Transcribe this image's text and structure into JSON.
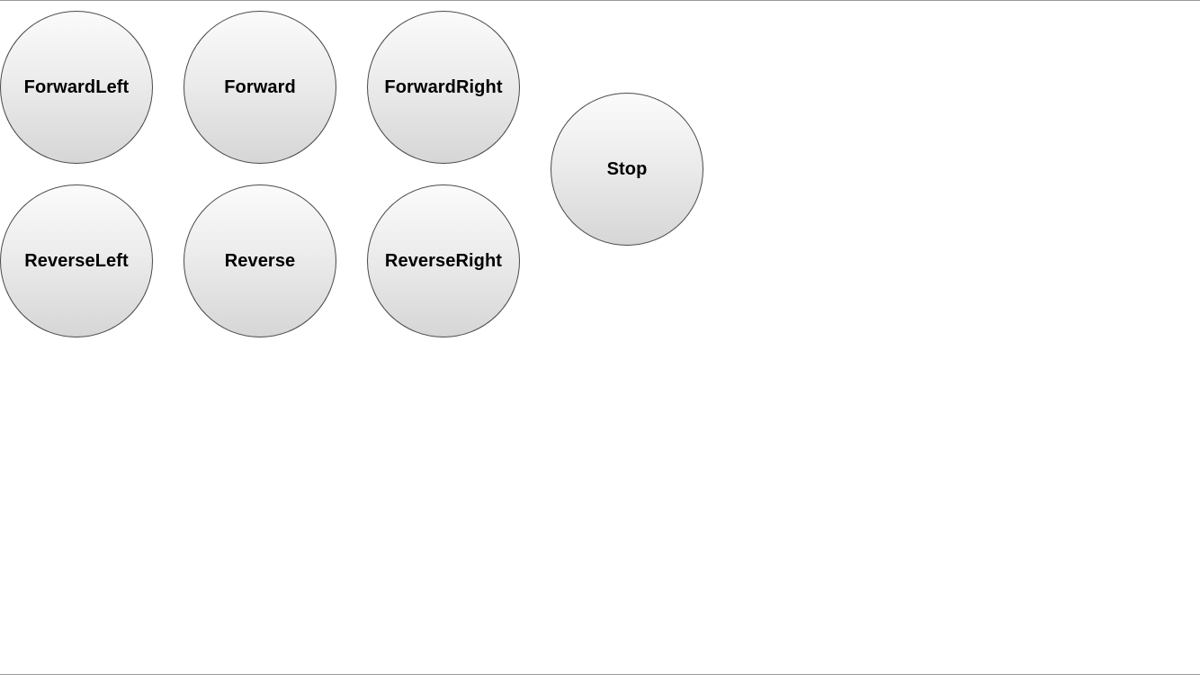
{
  "controls": {
    "forward_left": "ForwardLeft",
    "forward": "Forward",
    "forward_right": "ForwardRight",
    "stop": "Stop",
    "reverse_left": "ReverseLeft",
    "reverse": "Reverse",
    "reverse_right": "ReverseRight"
  },
  "colors": {
    "button_gradient_top": "#fbfbfb",
    "button_gradient_bottom": "#d6d6d6",
    "button_border": "#4a4a4a",
    "label": "#000000",
    "background": "#ffffff"
  }
}
